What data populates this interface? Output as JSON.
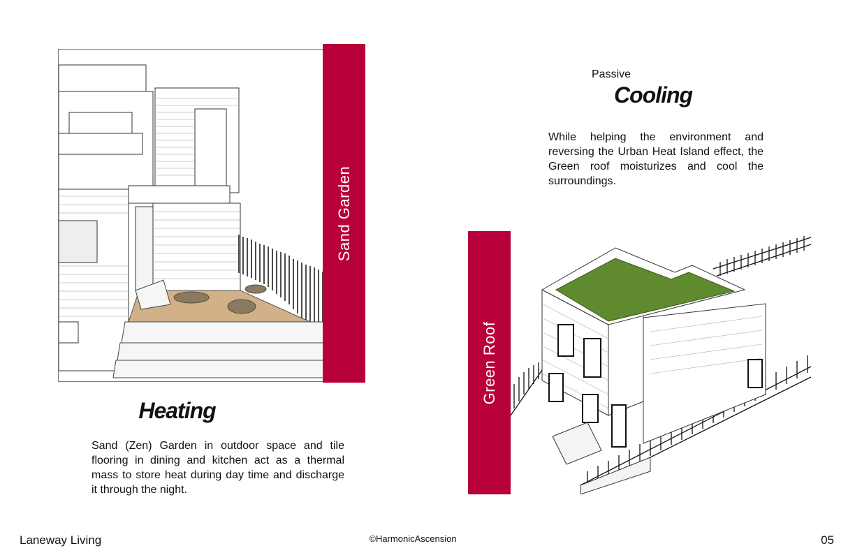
{
  "left_panel": {
    "image_label": "Sand Garden",
    "title": "Heating",
    "description": "Sand (Zen) Garden in outdoor space and tile flooring in dining and kitchen act as a thermal mass to store heat during day time and discharge it through the night."
  },
  "right_panel": {
    "kicker": "Passive",
    "title": "Cooling",
    "description": "While helping the environment and reversing the Urban Heat Island effect, the Green roof moisturizes and cool the surroundings.",
    "image_label": "Green Roof"
  },
  "footer": {
    "project": "Laneway Living",
    "copyright": "©HarmonicAscension",
    "page_number": "05"
  },
  "colors": {
    "accent": "#b8003a",
    "sand": "#d2b088",
    "grass": "#5f8a2e"
  }
}
